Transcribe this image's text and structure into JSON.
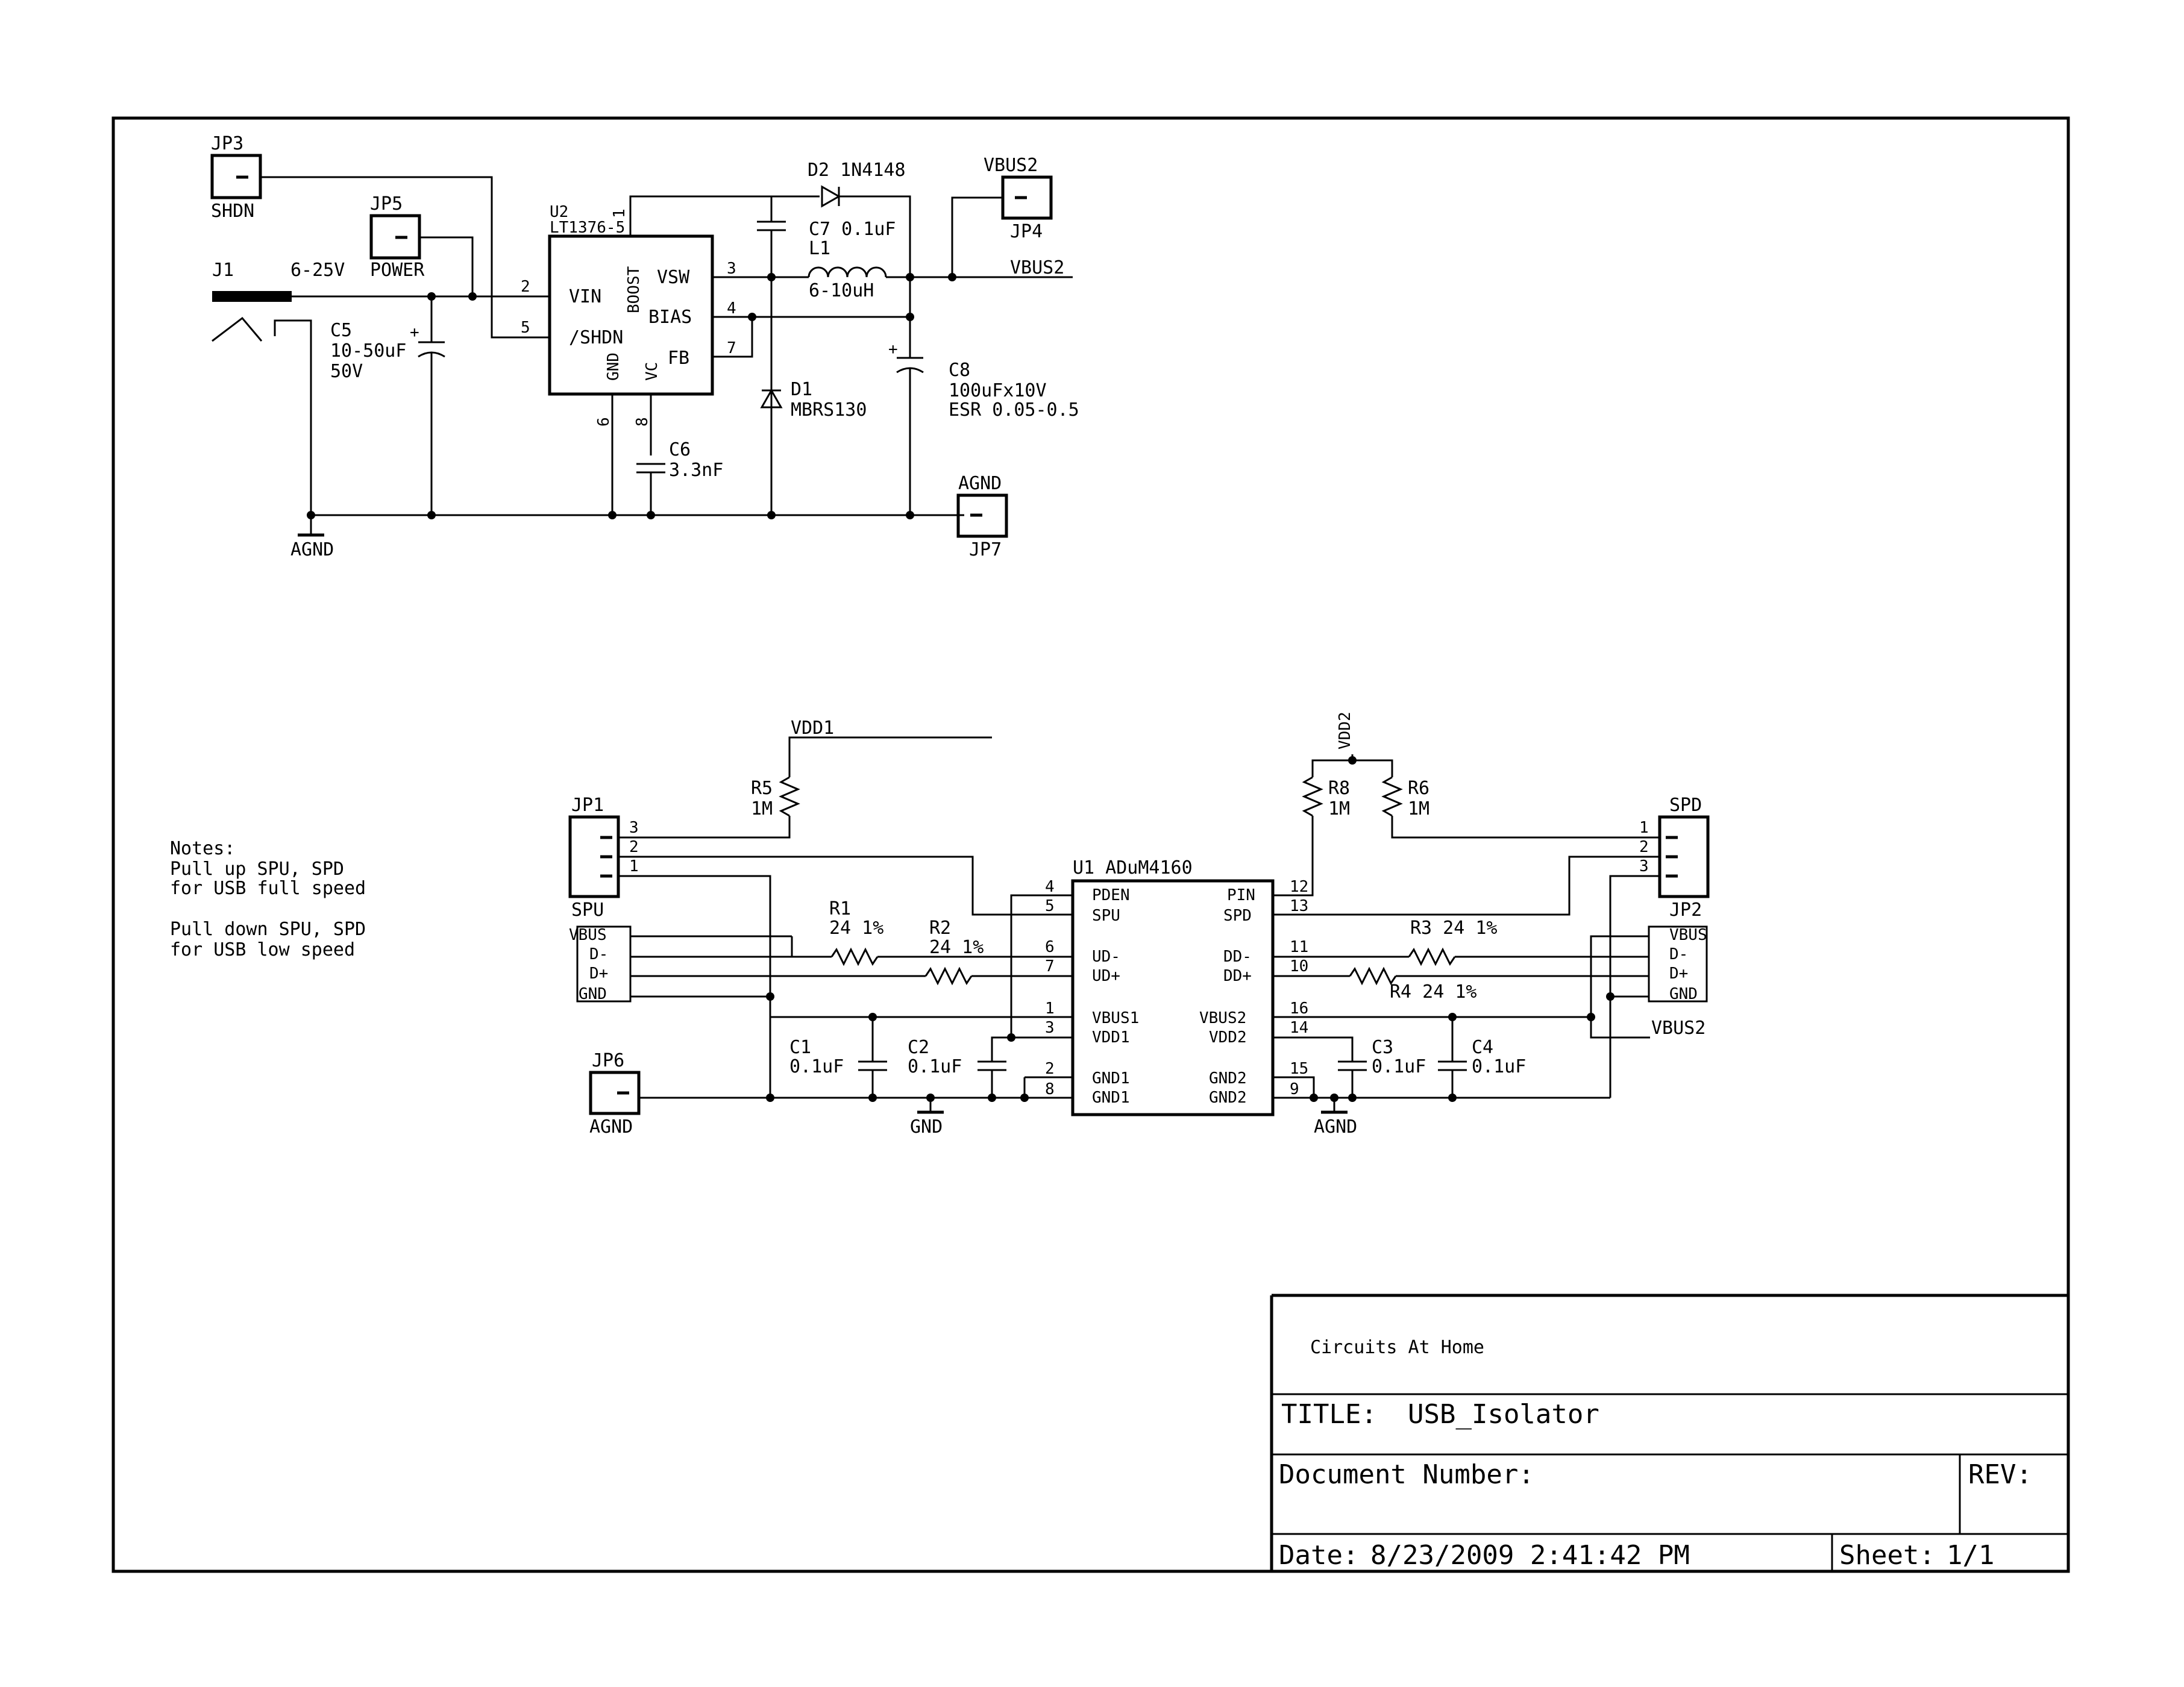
{
  "power": {
    "jp3": "JP3",
    "shdn": "SHDN",
    "jp5": "JP5",
    "power": "POWER",
    "j1": "J1",
    "vin_range": "6-25V",
    "c5": "C5",
    "c5_val": "10-50uF",
    "c5_v": "50V",
    "u2": "U2",
    "u2_part": "LT1376-5",
    "pin_vin": "VIN",
    "pin_shdn": "/SHDN",
    "pin_boost": "BOOST",
    "pin_gnd": "GND",
    "pin_vc": "VC",
    "pin_vsw": "VSW",
    "pin_bias": "BIAS",
    "pin_fb": "FB",
    "n1": "1",
    "n2": "2",
    "n3": "3",
    "n4": "4",
    "n5": "5",
    "n6": "6",
    "n7": "7",
    "n8": "8",
    "d2": "D2 1N4148",
    "c7": "C7 0.1uF",
    "l1": "L1",
    "l1_val": "6-10uH",
    "vbus2_top": "VBUS2",
    "jp4": "JP4",
    "vbus2_net": "VBUS2",
    "d1": "D1",
    "d1_val": "MBRS130",
    "c8": "C8",
    "c8_val": "100uFx10V",
    "c8_esr": "ESR 0.05-0.5",
    "c6": "C6",
    "c6_val": "3.3nF",
    "agnd_l": "AGND",
    "agnd_r": "AGND",
    "jp7": "JP7"
  },
  "iso": {
    "vdd1": "VDD1",
    "vdd2": "VDD2",
    "r5": "R5",
    "r5_val": "1M",
    "r8": "R8",
    "r8_val": "1M",
    "r6": "R6",
    "r6_val": "1M",
    "jp1": "JP1",
    "spu": "SPU",
    "spd": "SPD",
    "jp2": "JP2",
    "p1": "1",
    "p2": "2",
    "p3": "3",
    "u1": "U1 ADuM4160",
    "u1_pden": "PDEN",
    "u1_spu": "SPU",
    "u1_ud_minus": "UD-",
    "u1_ud_plus": "UD+",
    "u1_vbus1": "VBUS1",
    "u1_vdd1": "VDD1",
    "u1_gnd1a": "GND1",
    "u1_gnd1b": "GND1",
    "u1_pin": "PIN",
    "u1_spd": "SPD",
    "u1_dd_minus": "DD-",
    "u1_dd_plus": "DD+",
    "u1_vbus2": "VBUS2",
    "u1_vdd2": "VDD2",
    "u1_gnd2a": "GND2",
    "u1_gnd2b": "GND2",
    "pn4": "4",
    "pn5": "5",
    "pn6": "6",
    "pn7": "7",
    "pn1": "1",
    "pn3": "3",
    "pn2": "2",
    "pn8": "8",
    "pn12": "12",
    "pn13": "13",
    "pn11": "11",
    "pn10": "10",
    "pn16": "16",
    "pn14": "14",
    "pn15": "15",
    "pn9": "9",
    "r1": "R1",
    "r1_val": "24 1%",
    "r2": "R2",
    "r2_val": "24 1%",
    "r3": "R3 24 1%",
    "r4": "R4 24 1%",
    "usb_l": [
      "VBUS",
      "D-",
      "D+",
      "GND"
    ],
    "usb_r": [
      "VBUS",
      "D-",
      "D+",
      "GND"
    ],
    "vbus2_label": "VBUS2",
    "c1": "C1",
    "c1_val": "0.1uF",
    "c2": "C2",
    "c2_val": "0.1uF",
    "c3": "C3",
    "c3_val": "0.1uF",
    "c4": "C4",
    "c4_val": "0.1uF",
    "jp6": "JP6",
    "agnd_jp6": "AGND",
    "gnd": "GND",
    "agnd_iso": "AGND"
  },
  "notes": {
    "title": "Notes:",
    "line1": "Pull up SPU, SPD",
    "line2": "for USB full speed",
    "line3": "Pull down SPU, SPD",
    "line4": "for USB low speed"
  },
  "titleblock": {
    "company": "Circuits At Home",
    "title_label": "TITLE:",
    "title": "USB_Isolator",
    "doc_label": "Document Number:",
    "rev_label": "REV:",
    "date_label": "Date:",
    "date": "8/23/2009 2:41:42 PM",
    "sheet_label": "Sheet:",
    "sheet": "1/1"
  }
}
